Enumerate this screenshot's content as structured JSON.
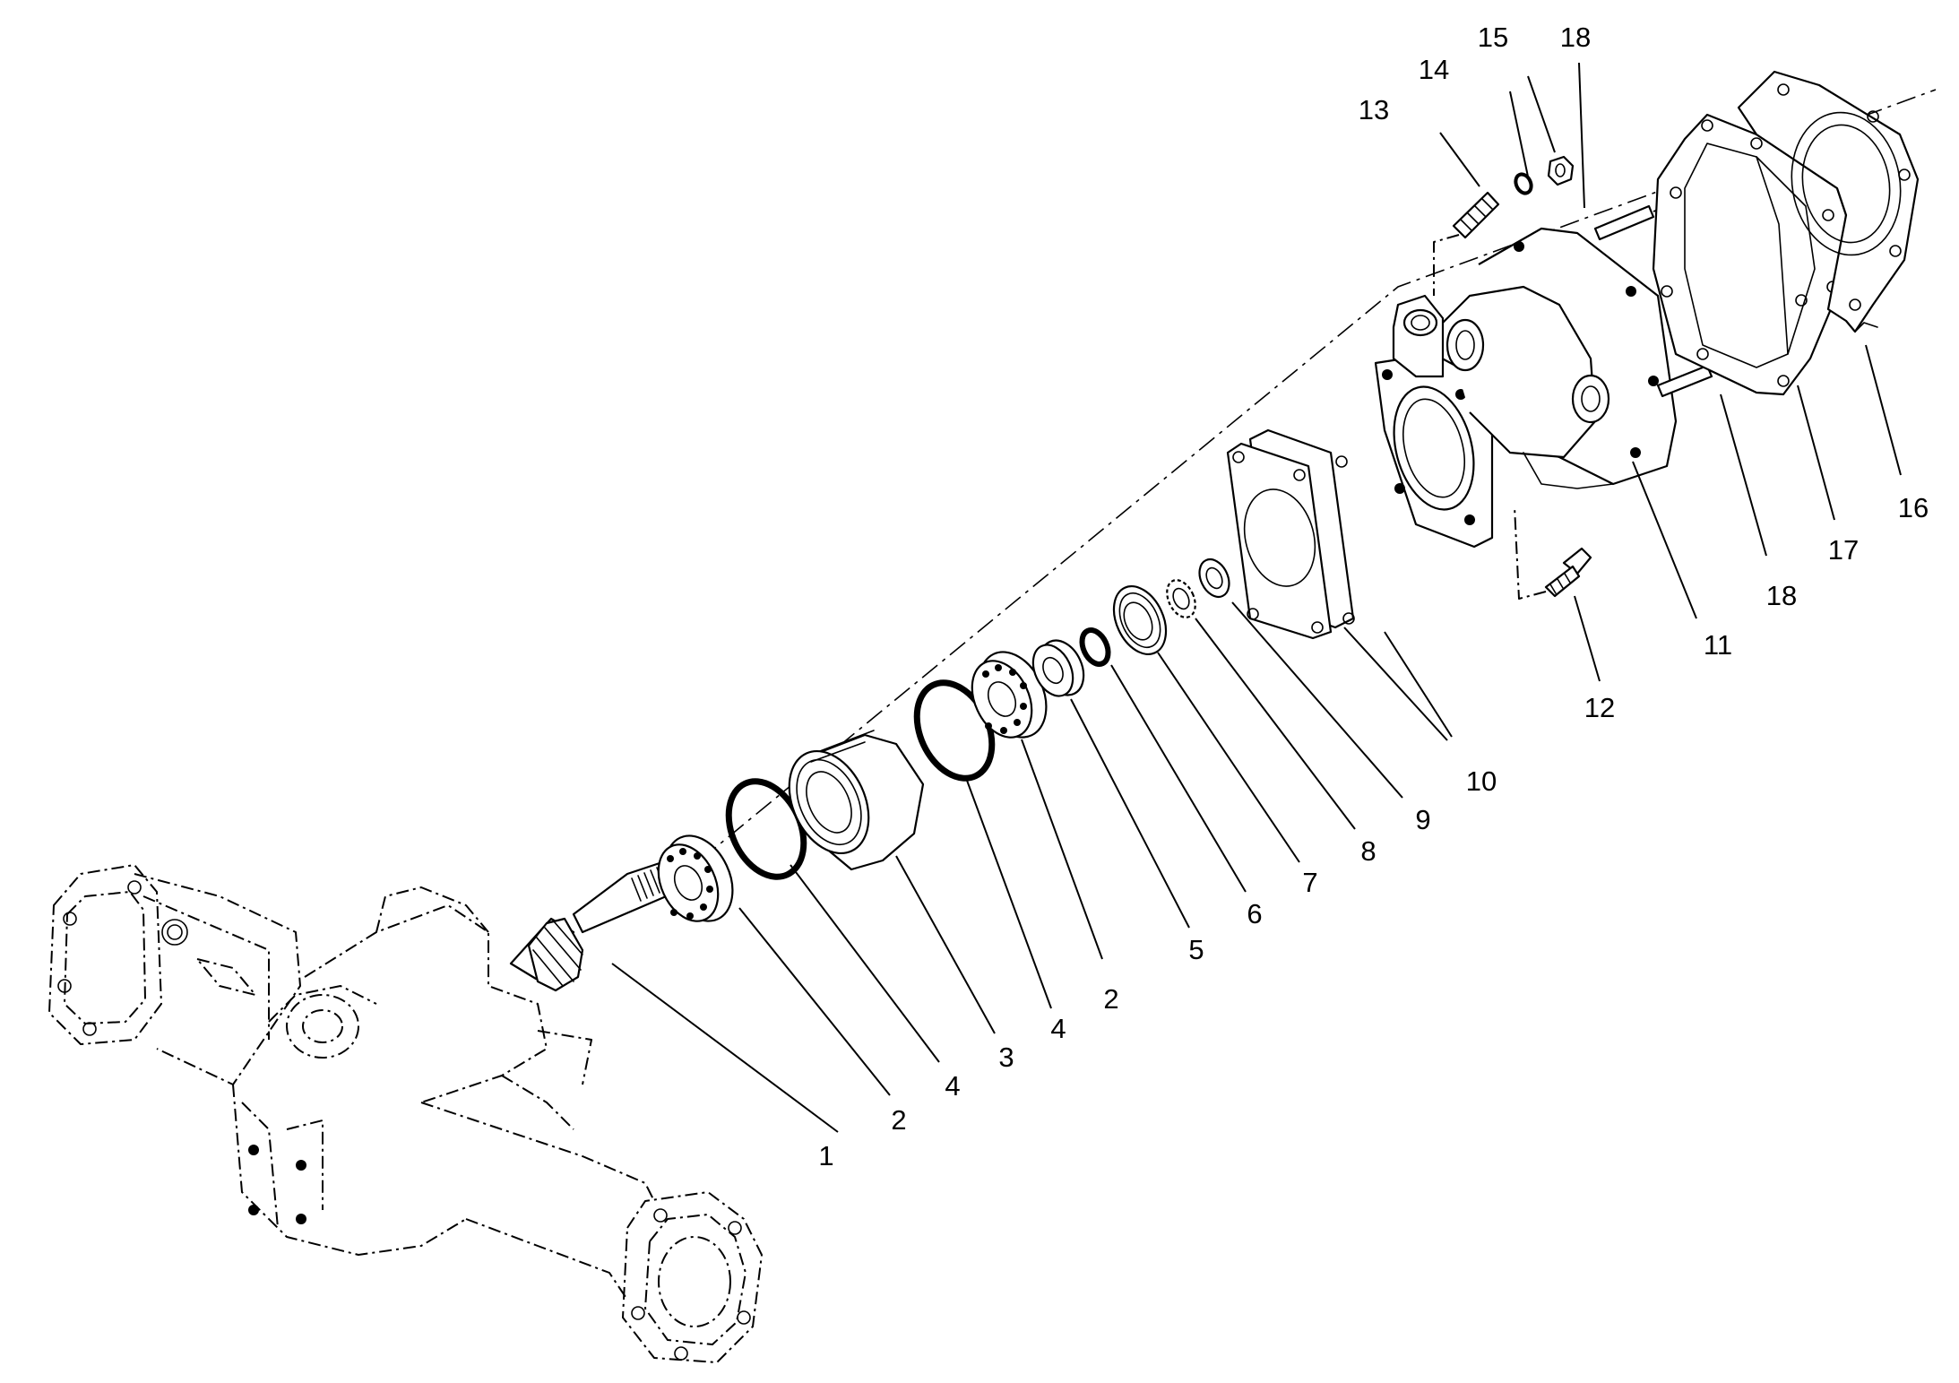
{
  "callouts": [
    "1",
    "2",
    "4",
    "3",
    "4",
    "2",
    "5",
    "6",
    "7",
    "8",
    "9",
    "10",
    "11",
    "12",
    "13",
    "14",
    "15",
    "18",
    "16",
    "17",
    "18"
  ]
}
